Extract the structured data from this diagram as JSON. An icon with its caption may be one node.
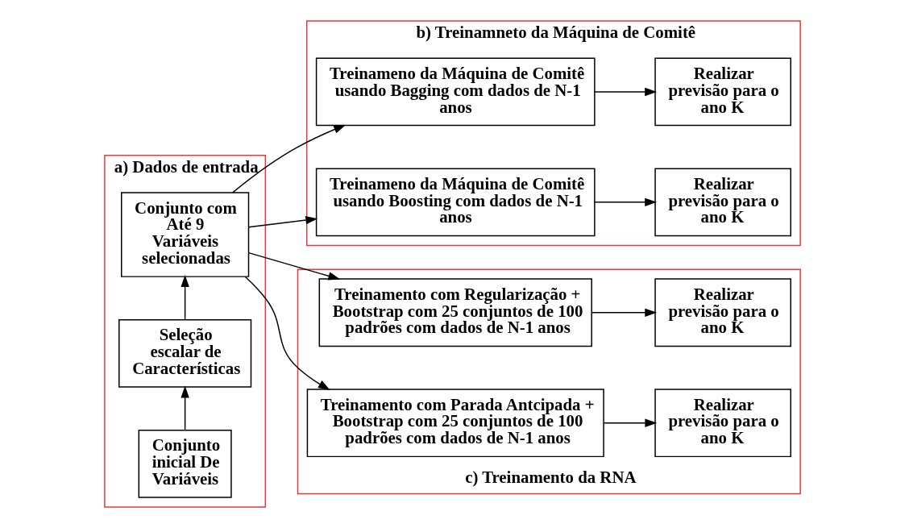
{
  "diagram": {
    "nodes": [
      {
        "text": [
          "a) Dados de entrada"
        ]
      },
      {
        "text": [
          "Conjunto com Até 9 Variáveis selecionadas"
        ],
        "in": 0
      },
      {
        "text": [
          "Seleção escalar de Características"
        ],
        "in": 0
      },
      {
        "text": [
          "Conjunto inicial De Variáveis"
        ],
        "in": 0
      },
      {
        "text": [
          "b) Treinamneto da Máquina de Comitê"
        ]
      },
      {
        "text": [
          "Treinameno da Máquina de Comitê usando Bagging com dados de N-1 anos"
        ],
        "in": 4
      },
      {
        "text": [
          "Treinameno da Máquina de Comitê usando Boosting com dados de N-1 anos"
        ],
        "in": 4
      },
      {
        "text": [
          "Realizar previsão para o ano K"
        ],
        "in": 4
      },
      {
        "text": [
          "Realizar previsão para o ano K"
        ],
        "in": 4
      },
      {
        "text": [
          "c) Treinamento da RNA"
        ]
      },
      {
        "text": [
          "Treinamento com Regularização + Bootstrap com 25 conjuntos de 100 padrões com dados de N-1 anos"
        ],
        "in": 9
      },
      {
        "text": [
          "Treinamento com Parada Antcipada + Bootstrap com 25 conjuntos de 100 padrões com dados de N-1 anos"
        ],
        "in": 9
      },
      {
        "text": [
          "Realizar previsão para o ano K"
        ],
        "in": 9
      },
      {
        "text": [
          "Realizar previsão para o ano K"
        ],
        "in": 9
      }
    ],
    "edges": [
      {
        "from": 3,
        "to": 2,
        "arrow": "to"
      },
      {
        "from": 2,
        "to": 1,
        "arrow": "to"
      },
      {
        "from": 1,
        "to": 5,
        "arrow": "to"
      },
      {
        "from": 1,
        "to": 6,
        "arrow": "to"
      },
      {
        "from": 1,
        "to": 10,
        "arrow": "to"
      },
      {
        "from": 1,
        "to": 11,
        "arrow": "to"
      },
      {
        "from": 5,
        "to": 7,
        "arrow": "to"
      },
      {
        "from": 6,
        "to": 8,
        "arrow": "to"
      },
      {
        "from": 10,
        "to": 12,
        "arrow": "to"
      },
      {
        "from": 11,
        "to": 13,
        "arrow": "to"
      }
    ]
  }
}
